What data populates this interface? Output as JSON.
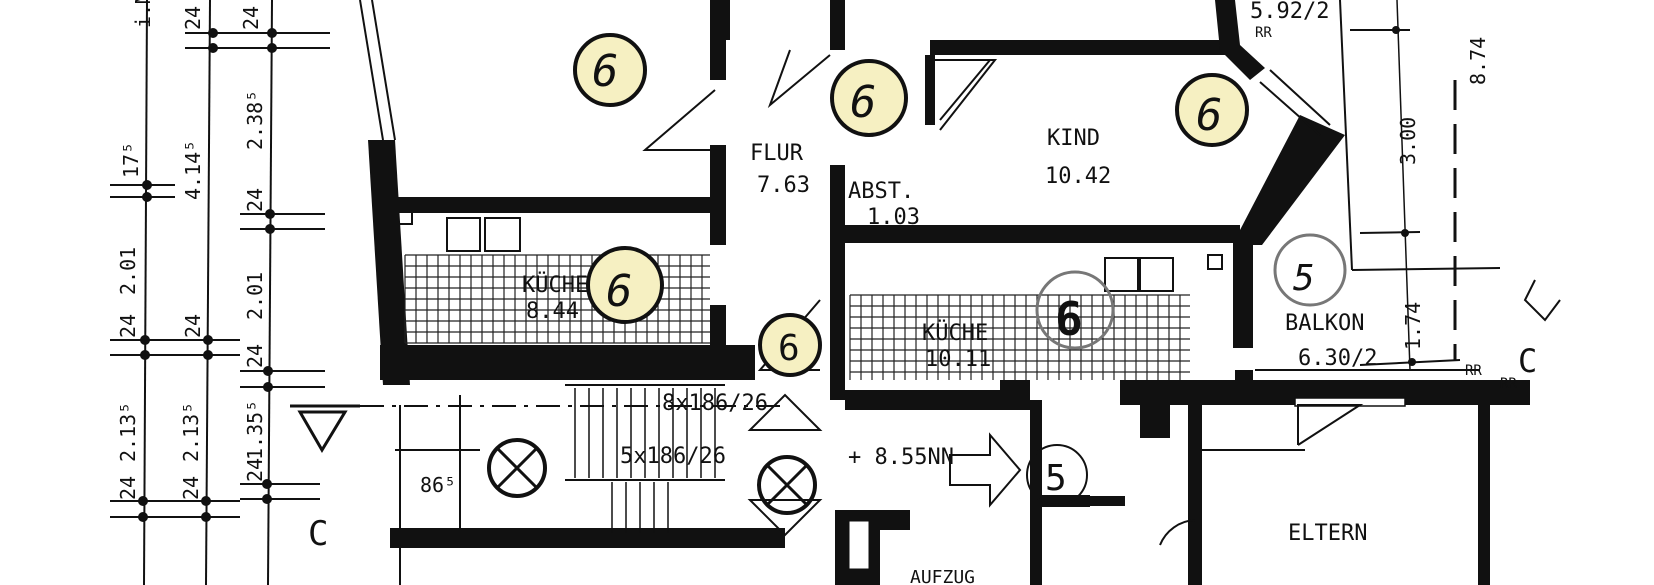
{
  "rooms": {
    "flur": {
      "name": "FLUR",
      "area": "7.63"
    },
    "abst": {
      "name": "ABST.",
      "area": "1.03"
    },
    "kind": {
      "name": "KIND",
      "area": "10.42"
    },
    "kueche1": {
      "name": "KÜCHE",
      "area": "8.44"
    },
    "kueche2": {
      "name": "KÜCHE",
      "area": "10.11"
    },
    "balkon": {
      "name": "BALKON",
      "area": "6.30/2"
    },
    "eltern": {
      "name": "ELTERN"
    },
    "top_right_area": "5.92/2",
    "aufzug_partial": "AUFZUG"
  },
  "markers": {
    "handwritten": [
      "6",
      "6",
      "6",
      "6",
      "6",
      "5"
    ],
    "printed": [
      "6",
      "5"
    ]
  },
  "stairs": {
    "upper": "8x186/26",
    "lower": "5x186/26",
    "level": "+ 8.55NN"
  },
  "section": {
    "label": "C"
  },
  "roof_drain": "RR",
  "dimensions": {
    "left": [
      "i.M.",
      "24",
      "24",
      "2.38⁵",
      "17⁵",
      "4.14⁵",
      "24",
      "2.01",
      "2.01",
      "24",
      "24",
      "24",
      "2.13⁵",
      "2.13⁵",
      "1.35⁵",
      "24",
      "24",
      "24",
      "86⁵"
    ],
    "right": [
      "8.74",
      "3.00",
      "1.74"
    ]
  },
  "colors": {
    "marker_fill": "#f6f0c2",
    "ink": "#111111"
  }
}
